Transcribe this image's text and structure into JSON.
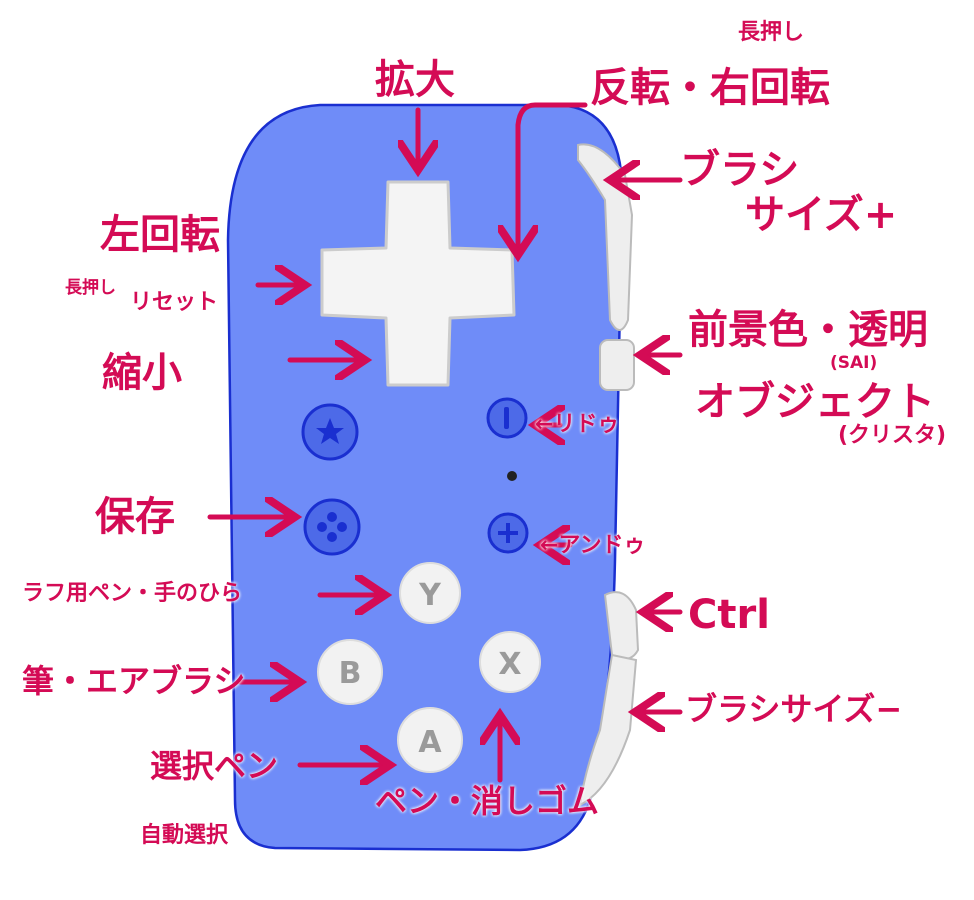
{
  "title": "Joy-Con shortcut map",
  "colors": {
    "body": "#6f8cf8",
    "outline": "#1a2fd0",
    "label": "#d40b55",
    "button": "#f2f2f2"
  },
  "buttons": {
    "y": "Y",
    "b": "B",
    "x": "X",
    "a": "A"
  },
  "labels": {
    "zoom_in": "拡大",
    "long_press_top": "長押し",
    "flip_rotate_right": "反転・右回転",
    "brush_size_plus_1": "ブラシ",
    "brush_size_plus_2": "サイズ+",
    "rotate_left": "左回転",
    "long_press_left": "長押し",
    "reset": "リセット",
    "zoom_out": "縮小",
    "fg_color_transparent": "前景色・透明",
    "sai": "(SAI)",
    "object": "オブジェクト",
    "clip_studio": "(クリスタ)",
    "redo": "←リドゥ",
    "save": "保存",
    "undo": "←アンドゥ",
    "rough_pen_hand": "ラフ用ペン・手のひら",
    "ctrl": "Ctrl",
    "brush_airbrush": "筆・エアブラシ",
    "brush_size_minus": "ブラシサイズ−",
    "selection_pen": "選択ペン",
    "auto_select": "自動選択",
    "pen_eraser": "ペン・消しゴム"
  }
}
